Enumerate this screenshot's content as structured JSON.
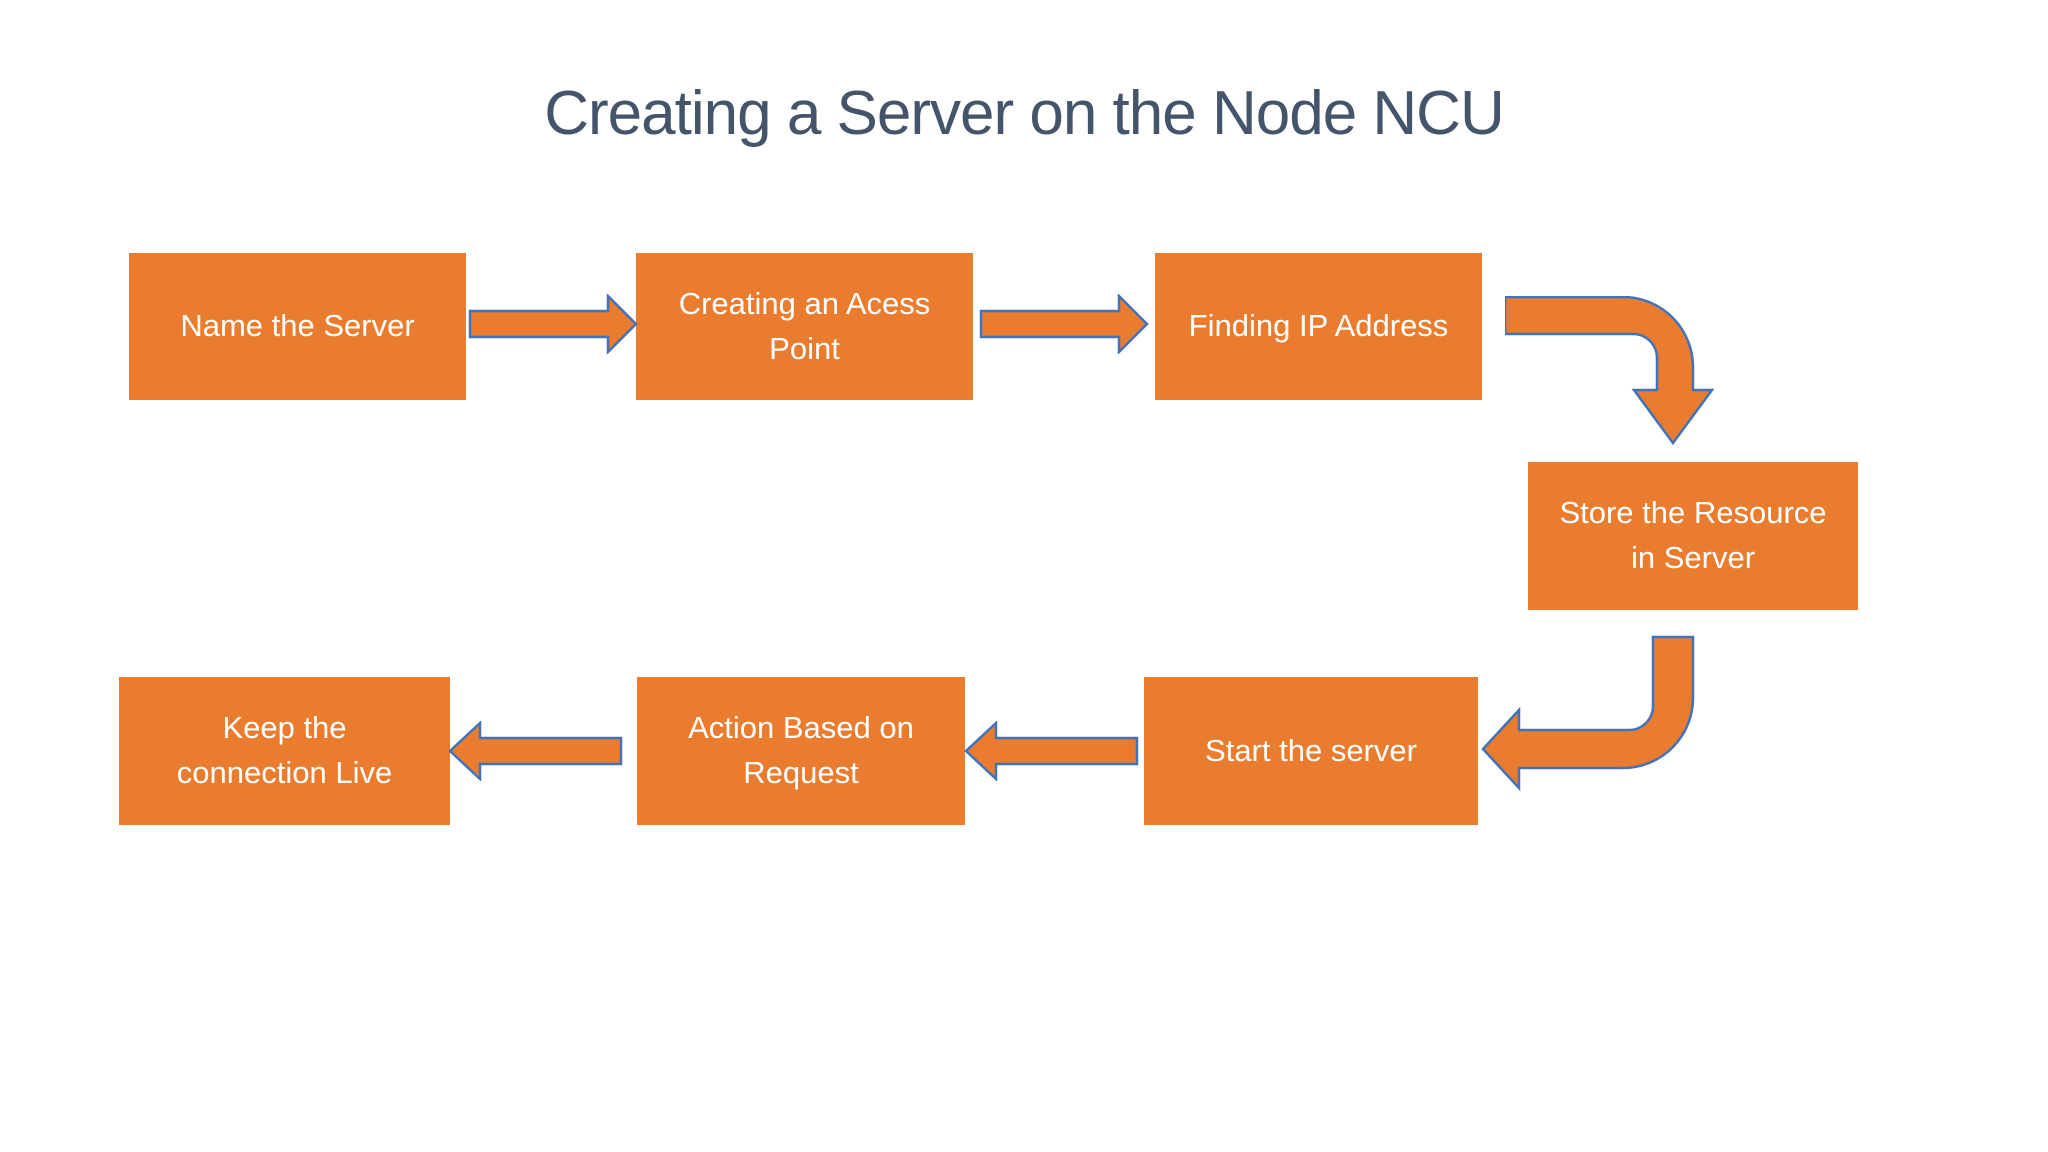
{
  "title": "Creating a Server on the Node NCU",
  "colors": {
    "background": "#FFFFFF",
    "box_fill": "#EA7C2F",
    "box_text": "#FFFFFF",
    "arrow_fill": "#EA7C2F",
    "arrow_outline": "#4273B8",
    "title_text": "#44546A"
  },
  "diagram": {
    "nodes": [
      {
        "id": "name-the-server",
        "label": "Name the Server"
      },
      {
        "id": "creating-an-acess-point",
        "label": "Creating an Acess\nPoint"
      },
      {
        "id": "finding-ip-address",
        "label": "Finding IP Address"
      },
      {
        "id": "store-the-resource-in-server",
        "label": "Store the Resource\nin Server"
      },
      {
        "id": "start-the-server",
        "label": "Start the server"
      },
      {
        "id": "action-based-on-request",
        "label": "Action Based on\nRequest"
      },
      {
        "id": "keep-the-connection-live",
        "label": "Keep the\nconnection Live"
      }
    ],
    "connections": [
      {
        "from": "name-the-server",
        "to": "creating-an-acess-point",
        "shape": "straight-right-arrow"
      },
      {
        "from": "creating-an-acess-point",
        "to": "finding-ip-address",
        "shape": "straight-right-arrow"
      },
      {
        "from": "finding-ip-address",
        "to": "store-the-resource-in-server",
        "shape": "bent-right-then-down-arrow"
      },
      {
        "from": "store-the-resource-in-server",
        "to": "start-the-server",
        "shape": "bent-down-then-left-arrow"
      },
      {
        "from": "start-the-server",
        "to": "action-based-on-request",
        "shape": "straight-left-arrow"
      },
      {
        "from": "action-based-on-request",
        "to": "keep-the-connection-live",
        "shape": "straight-left-arrow"
      }
    ]
  }
}
